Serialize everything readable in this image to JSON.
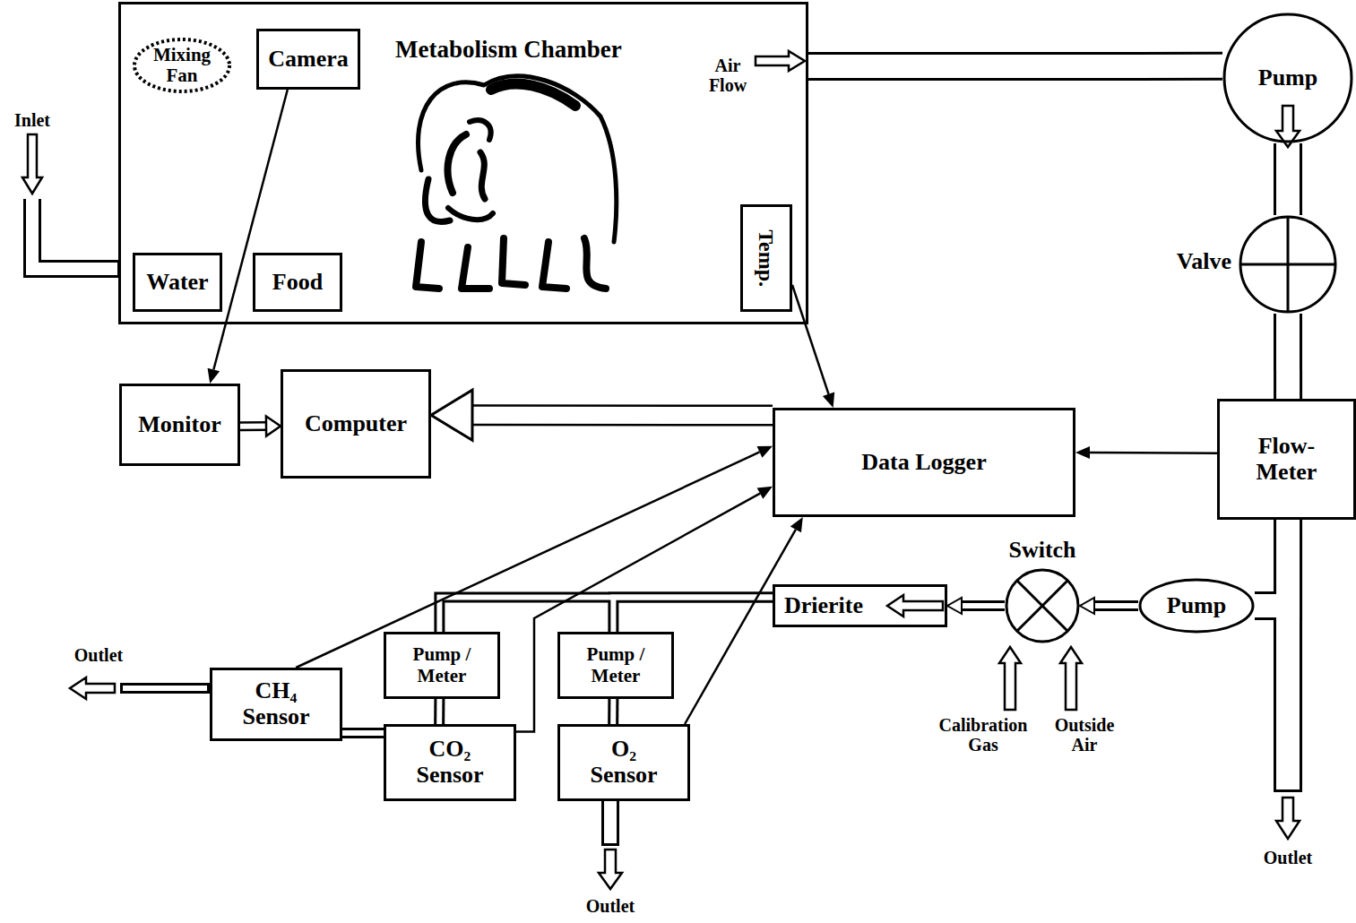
{
  "diagram": {
    "nodes": [
      {
        "text": [
          "Metabolism Chamber"
        ]
      },
      {
        "text": [
          "Mixing Fan"
        ],
        "in": 0
      },
      {
        "text": [
          "Camera"
        ],
        "in": 0
      },
      {
        "text": [
          "Water"
        ],
        "in": 0
      },
      {
        "text": [
          "Food"
        ],
        "in": 0
      },
      {
        "text": [
          "Temp."
        ],
        "in": 0
      },
      {
        "text": [
          "Pump"
        ]
      },
      {
        "text": [
          "Valve"
        ]
      },
      {
        "text": [
          "Monitor"
        ]
      },
      {
        "text": [
          "Computer"
        ]
      },
      {
        "text": [
          "Data Logger"
        ]
      },
      {
        "text": [
          "Flow- Meter"
        ]
      },
      {
        "text": [
          "Switch"
        ]
      },
      {
        "text": [
          "Pump"
        ]
      },
      {
        "text": [
          "Drierite"
        ]
      },
      {
        "text": [
          "Pump / Meter"
        ]
      },
      {
        "text": [
          "Pump / Meter"
        ]
      },
      {
        "text": [
          "CH₄ Sensor"
        ]
      },
      {
        "text": [
          "CO₂ Sensor"
        ]
      },
      {
        "text": [
          "O₂ Sensor"
        ]
      }
    ],
    "edges": [
      {
        "from": 0,
        "to": 6,
        "arrow": "none"
      },
      {
        "from": 6,
        "to": 7,
        "arrow": "none"
      },
      {
        "from": 7,
        "to": 11,
        "arrow": "none"
      },
      {
        "from": 11,
        "to": 13,
        "arrow": "none"
      },
      {
        "from": 13,
        "to": 12,
        "arrow": "to"
      },
      {
        "from": 12,
        "to": 14,
        "arrow": "to"
      },
      {
        "from": 14,
        "to": 15,
        "arrow": "none"
      },
      {
        "from": 14,
        "to": 16,
        "arrow": "none"
      },
      {
        "from": 15,
        "to": 18,
        "arrow": "none"
      },
      {
        "from": 16,
        "to": 19,
        "arrow": "none"
      },
      {
        "from": 18,
        "to": 17,
        "arrow": "none"
      },
      {
        "from": 2,
        "to": 8,
        "arrow": "to"
      },
      {
        "from": 5,
        "to": 10,
        "arrow": "to"
      },
      {
        "from": 11,
        "to": 10,
        "arrow": "to"
      },
      {
        "from": 17,
        "to": 10,
        "arrow": "to"
      },
      {
        "from": 18,
        "to": 10,
        "arrow": "to"
      },
      {
        "from": 19,
        "to": 10,
        "arrow": "to"
      },
      {
        "from": 10,
        "to": 9,
        "arrow": "to"
      },
      {
        "from": 8,
        "to": 9,
        "arrow": "to"
      }
    ],
    "labels": [
      "Inlet",
      "Air Flow",
      "Outlet",
      "Calibration Gas",
      "Outside Air",
      "Outlet",
      "Outlet"
    ]
  }
}
